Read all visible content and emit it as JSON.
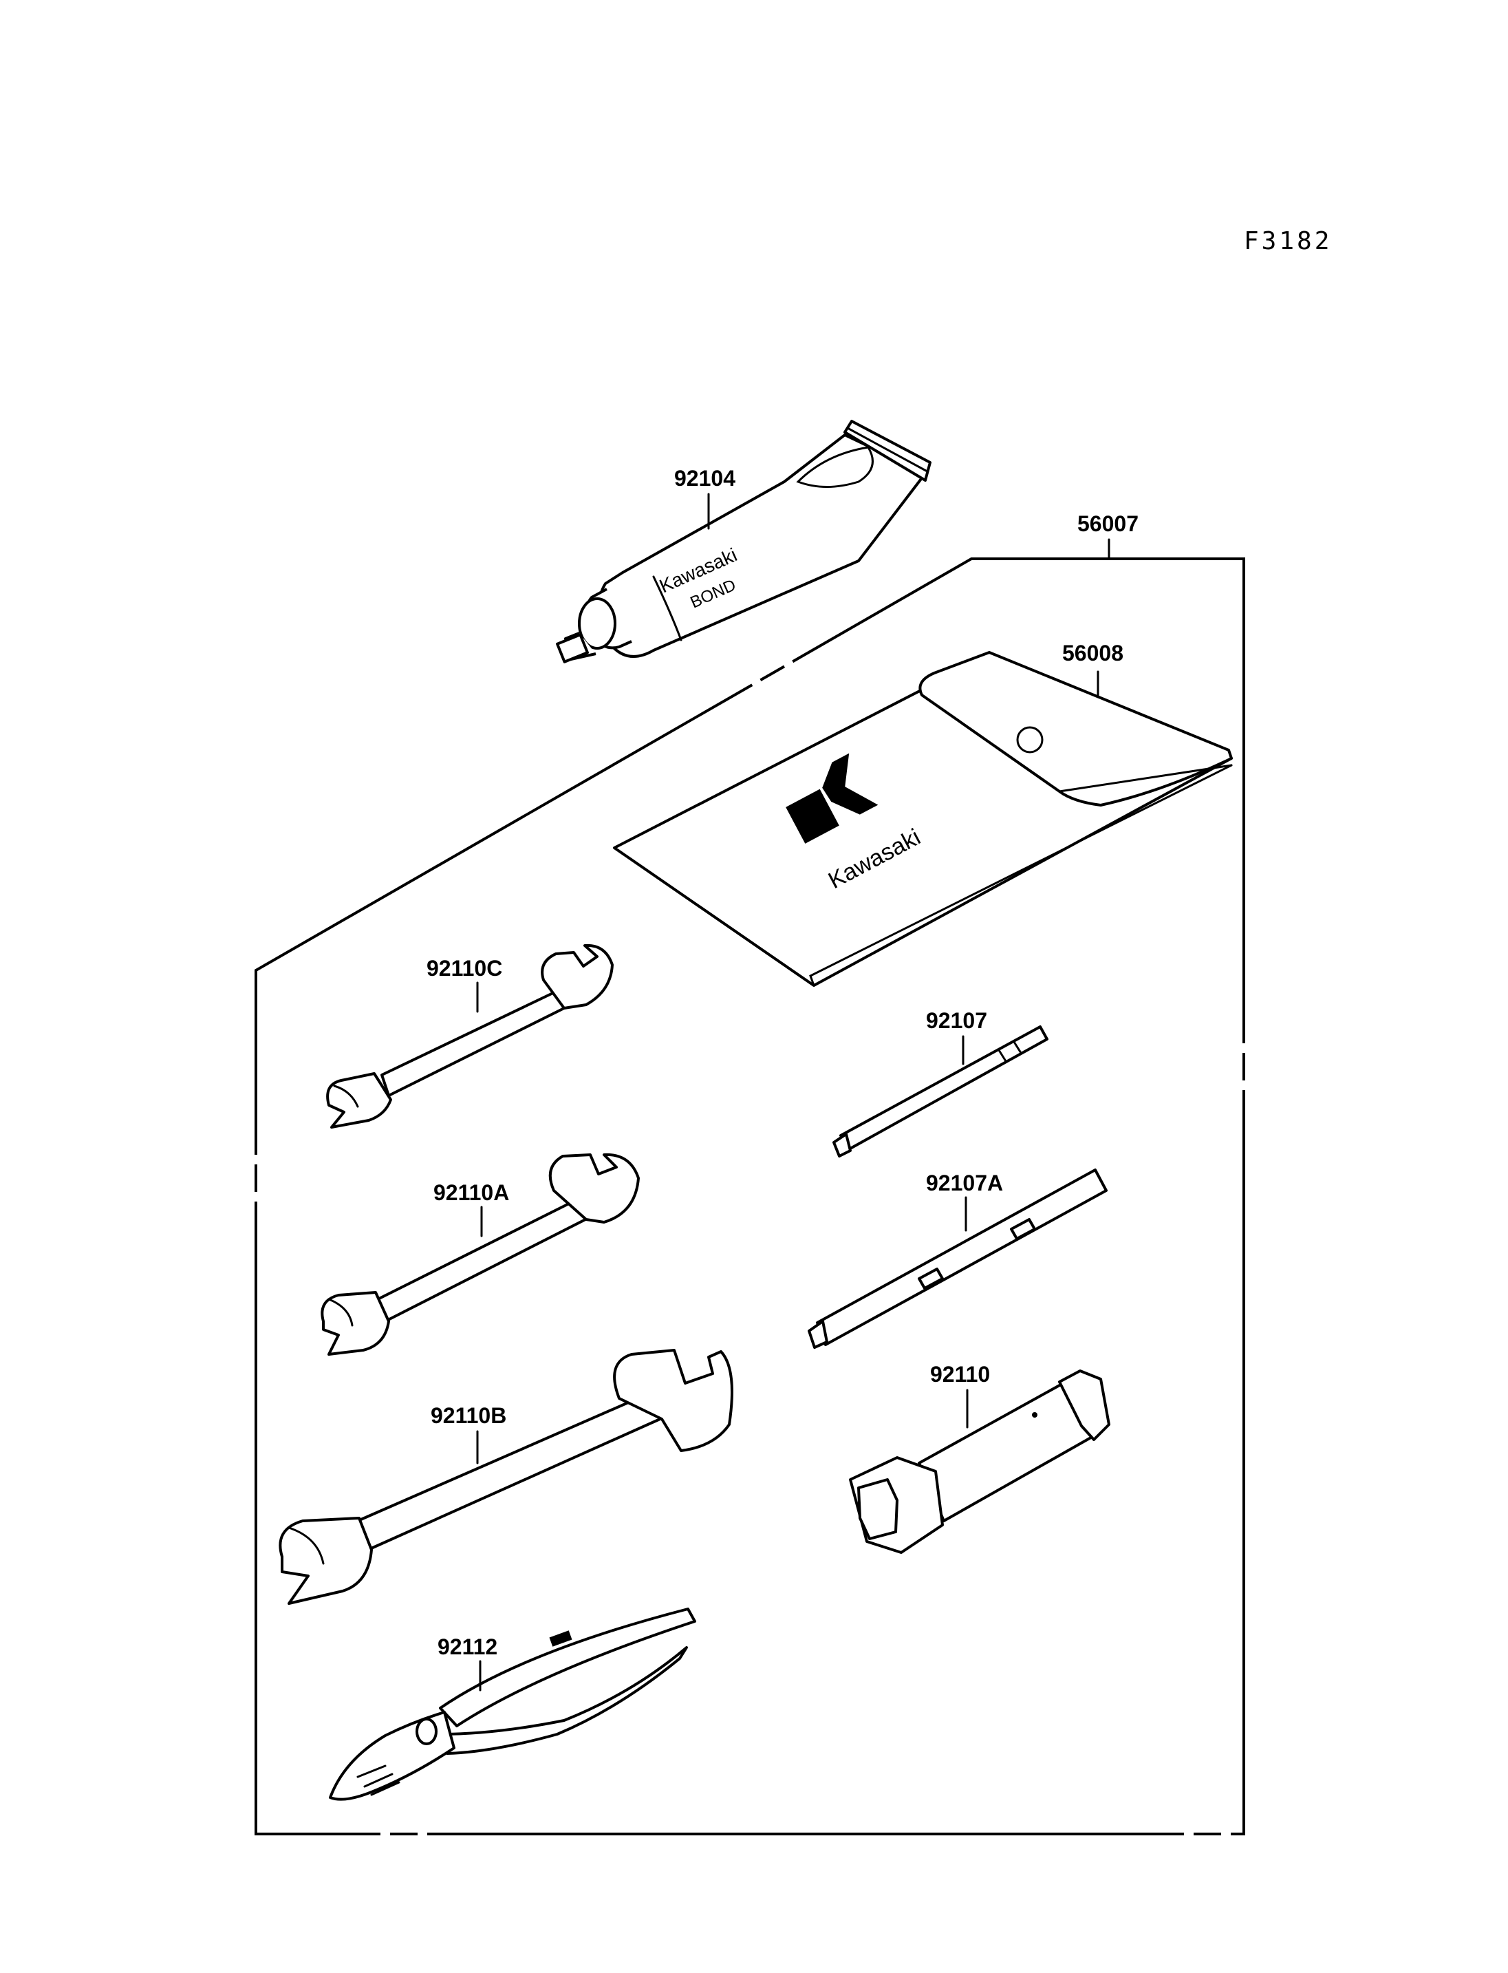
{
  "figure_code": "F3182",
  "parts": {
    "tool_kit": "56007",
    "tool_case": "56008",
    "bond_tube": "92104",
    "wrench_small": "92110C",
    "wrench_medium": "92110A",
    "wrench_large": "92110B",
    "pliers": "92112",
    "screwdriver_bit": "92107",
    "screwdriver_handle": "92107A",
    "plug_wrench": "92110"
  },
  "product_text": {
    "tube_brand": "Kawasaki",
    "tube_product": "BOND",
    "case_brand": "Kawasaki"
  },
  "icons": [
    "kawasaki-logo-icon",
    "bond-tube-icon",
    "tool-case-icon",
    "open-end-wrench-icon",
    "pliers-icon",
    "screwdriver-bit-icon",
    "screwdriver-handle-icon",
    "plug-socket-wrench-icon"
  ]
}
